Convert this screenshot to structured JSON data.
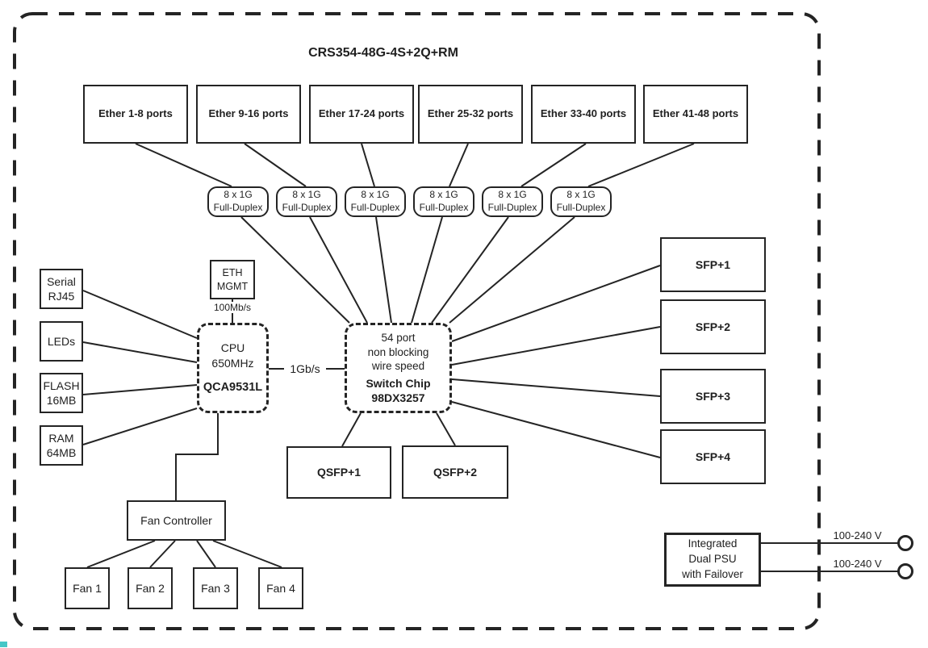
{
  "title": "CRS354-48G-4S+2Q+RM",
  "ether_groups": [
    {
      "label": "Ether 1-8 ports"
    },
    {
      "label": "Ether 9-16 ports"
    },
    {
      "label": "Ether 17-24 ports"
    },
    {
      "label": "Ether 25-32 ports"
    },
    {
      "label": "Ether 33-40 ports"
    },
    {
      "label": "Ether 41-48 ports"
    }
  ],
  "lag_groups": [
    {
      "label": "8 x 1G\nFull-Duplex"
    },
    {
      "label": "8 x 1G\nFull-Duplex"
    },
    {
      "label": "8 x 1G\nFull-Duplex"
    },
    {
      "label": "8 x 1G\nFull-Duplex"
    },
    {
      "label": "8 x 1G\nFull-Duplex"
    },
    {
      "label": "8 x 1G\nFull-Duplex"
    }
  ],
  "peripherals": {
    "serial": "Serial\nRJ45",
    "leds": "LEDs",
    "flash": "FLASH\n16MB",
    "ram": "RAM\n64MB",
    "eth_mgmt": "ETH\nMGMT",
    "eth_mgmt_speed": "100Mb/s"
  },
  "cpu": {
    "desc": "CPU\n650MHz",
    "chip": "QCA9531L"
  },
  "cpu_switch_link": "1Gb/s",
  "switch": {
    "desc": "54 port\nnon blocking\nwire speed",
    "chip": "Switch Chip\n98DX3257"
  },
  "sfp_ports": [
    {
      "label": "SFP+1"
    },
    {
      "label": "SFP+2"
    },
    {
      "label": "SFP+3"
    },
    {
      "label": "SFP+4"
    }
  ],
  "qsfp_ports": [
    {
      "label": "QSFP+1"
    },
    {
      "label": "QSFP+2"
    }
  ],
  "fans": {
    "controller": "Fan Controller",
    "units": [
      {
        "label": "Fan 1"
      },
      {
        "label": "Fan 2"
      },
      {
        "label": "Fan 3"
      },
      {
        "label": "Fan 4"
      }
    ]
  },
  "psu": {
    "label": "Integrated\nDual PSU\nwith Failover",
    "input_top": "100-240 V",
    "input_bottom": "100-240 V"
  },
  "colors": {
    "line": "#242424",
    "background": "#ffffff",
    "artifact": "#45c7c7"
  }
}
